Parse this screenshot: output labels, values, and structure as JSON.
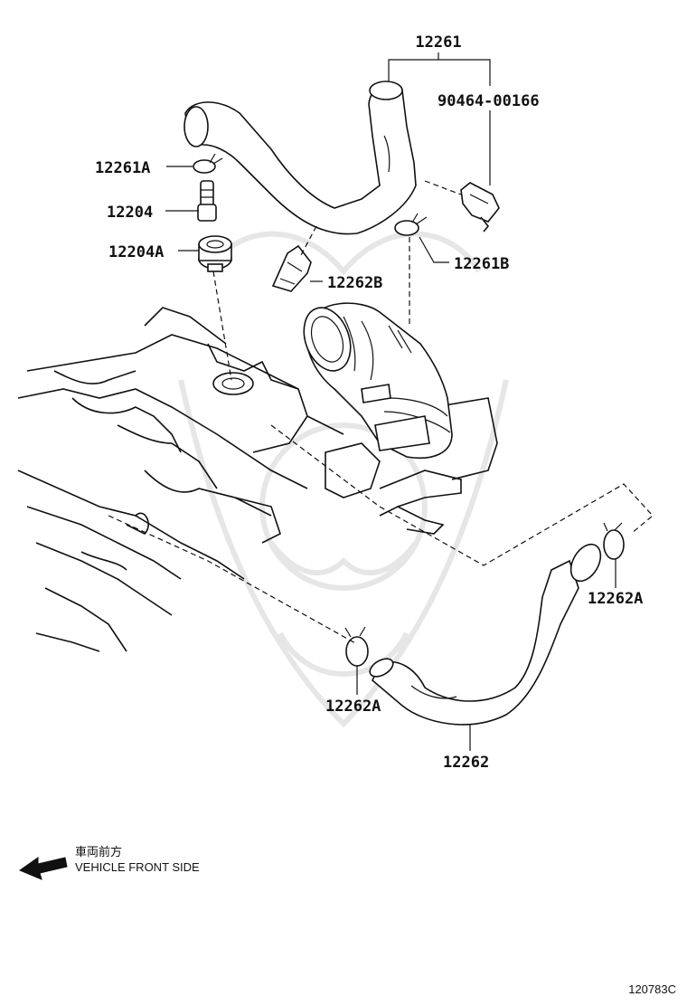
{
  "parts": {
    "p12261": "12261",
    "p90464": "90464-00166",
    "p12261A": "12261A",
    "p12204": "12204",
    "p12204A": "12204A",
    "p12262B": "12262B",
    "p12261B": "12261B",
    "p12262A_right": "12262A",
    "p12262A_bottom": "12262A",
    "p12262": "12262"
  },
  "direction": {
    "japanese": "車両前方",
    "english": "VEHICLE FRONT SIDE",
    "icon": "left-arrow-icon"
  },
  "diagram_id": "120783C"
}
